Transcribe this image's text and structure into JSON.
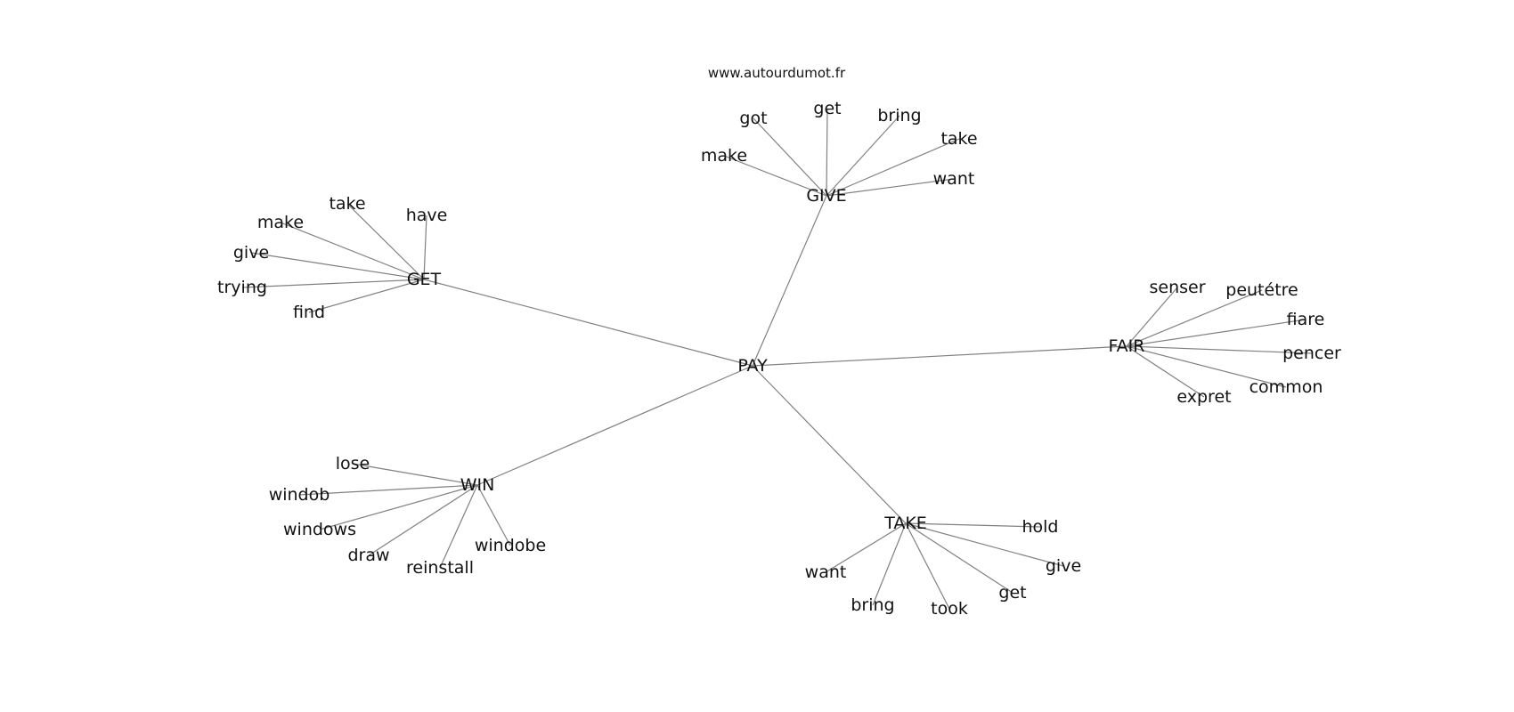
{
  "source_label": "www.autourdumot.fr",
  "center": "PAY",
  "hubs": [
    {
      "word": "GIVE",
      "words": [
        "got",
        "get",
        "bring",
        "make",
        "take",
        "want"
      ]
    },
    {
      "word": "GET",
      "words": [
        "take",
        "have",
        "make",
        "give",
        "trying",
        "find"
      ]
    },
    {
      "word": "FAIR",
      "words": [
        "senser",
        "peutétre",
        "fiare",
        "pencer",
        "common",
        "expret"
      ]
    },
    {
      "word": "WIN",
      "words": [
        "lose",
        "windob",
        "windows",
        "draw",
        "reinstall",
        "windobe"
      ]
    },
    {
      "word": "TAKE",
      "words": [
        "hold",
        "give",
        "get",
        "want",
        "bring",
        "took"
      ]
    }
  ]
}
